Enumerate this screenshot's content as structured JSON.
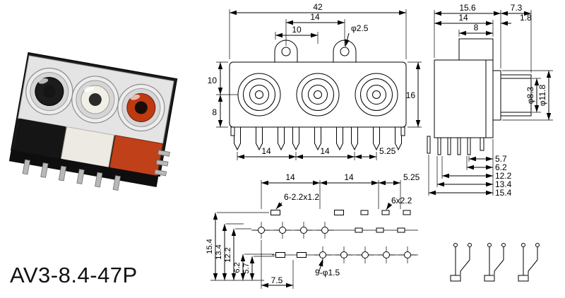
{
  "title": "AV3-8.4-47P",
  "front_view": {
    "total_width": "42",
    "ear_hole_pitch": "14",
    "top_offset": "10",
    "ear_hole_dia": "φ2.5",
    "upper_height": "10",
    "lower_height": "8",
    "body_height": "16",
    "pin_pitch_left": "14",
    "pin_pitch_right": "14",
    "pin_pitch_end": "5.25"
  },
  "side_view": {
    "body_depth": "15.6",
    "barrel_length": "7.3",
    "body_width": "14",
    "top_block_width": "8",
    "flange_thickness": "1.8",
    "inner_dia": "φ8.3",
    "outer_dia": "φ11.8",
    "pin_offset_1": "5.7",
    "pin_offset_2": "6.2",
    "pin_offset_3": "12.2",
    "pin_offset_4": "13.4",
    "pin_offset_5": "15.4"
  },
  "footprint": {
    "pitch_left": "14",
    "pitch_right": "14",
    "pitch_end": "5.25",
    "slot_label": "6-2.2x1.2",
    "pad_label": "6x2.2",
    "row_offset_1": "15.4",
    "row_offset_2": "13.4",
    "row_offset_3": "12.2",
    "row_offset_4": "6.2",
    "row_offset_5": "5.7",
    "hole_offset": "7.5",
    "hole_label": "9-φ1.5"
  },
  "colors": {
    "port_black": "#1c1c1c",
    "port_white": "#f2efe6",
    "port_red": "#bd3a12",
    "body_orange": "#c0401a",
    "line": "#000000"
  }
}
